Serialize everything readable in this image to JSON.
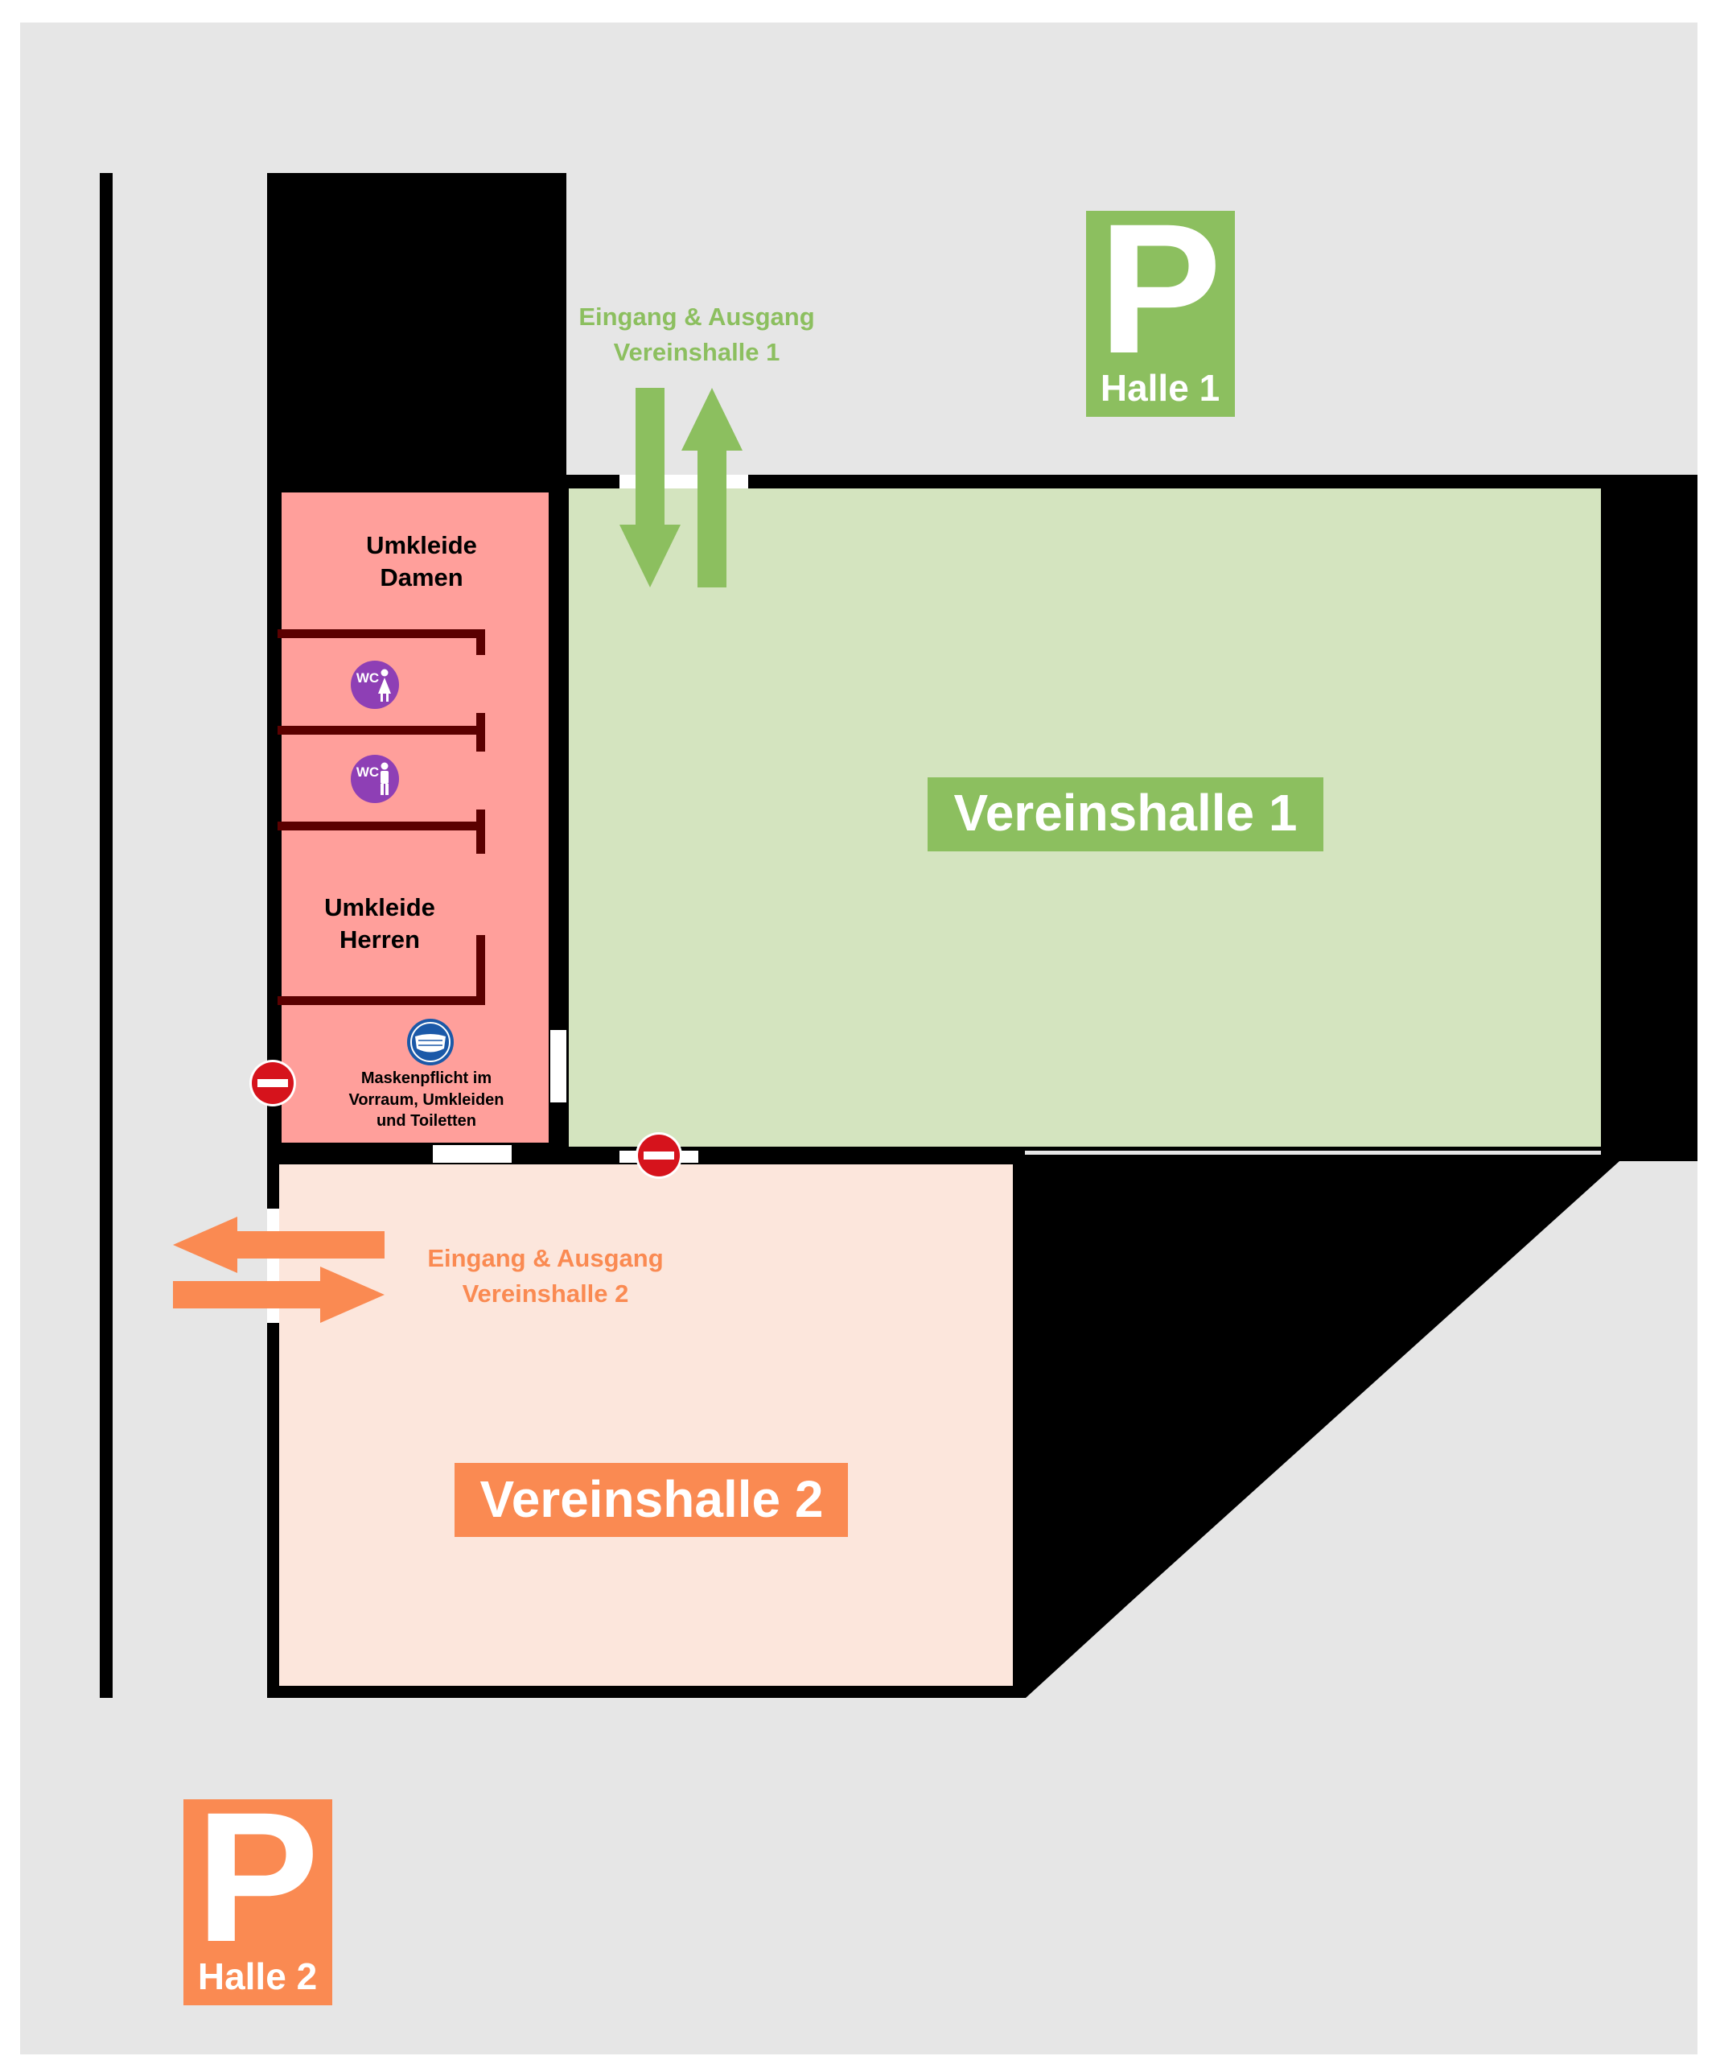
{
  "colors": {
    "ground": "#e6e6e6",
    "wall": "#000000",
    "hall1_floor": "#d4e4bf",
    "hall1_accent": "#8cbf5f",
    "hall2_floor": "#fce6dc",
    "hall2_accent": "#fa8a52",
    "changing_room": "#ff9f9b",
    "partition": "#5b0000",
    "wc_icon": "#8e3fb5",
    "mask_icon": "#1b59a8",
    "no_entry": "#d6131c"
  },
  "parking_hall1": {
    "letter": "P",
    "label": "Halle 1",
    "icon": "parking-icon"
  },
  "parking_hall2": {
    "letter": "P",
    "label": "Halle 2",
    "icon": "parking-icon"
  },
  "entrance_hall1": {
    "line1": "Eingang & Ausgang",
    "line2": "Vereinshalle 1"
  },
  "entrance_hall2": {
    "line1": "Eingang & Ausgang",
    "line2": "Vereinshalle 2"
  },
  "hall1": {
    "name": "Vereinshalle 1"
  },
  "hall2": {
    "name": "Vereinshalle 2"
  },
  "changing_women": {
    "line1": "Umkleide",
    "line2": "Damen"
  },
  "changing_men": {
    "line1": "Umkleide",
    "line2": "Herren"
  },
  "wc_women": {
    "letters": "WC",
    "icon": "wc-women-icon"
  },
  "wc_men": {
    "letters": "WC",
    "icon": "wc-men-icon"
  },
  "mask_notice": {
    "line1": "Maskenpflicht im",
    "line2": "Vorraum, Umkleiden",
    "line3": "und Toiletten",
    "icon": "face-mask-icon"
  },
  "no_entry_signs": [
    "no-entry-icon",
    "no-entry-icon"
  ]
}
